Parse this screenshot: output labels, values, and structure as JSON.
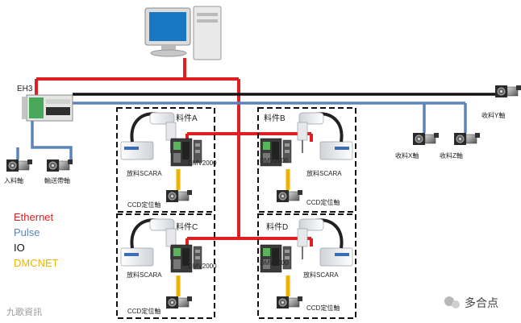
{
  "controller": {
    "label": "EH3"
  },
  "motors": {
    "feed_axis": "入料軸",
    "conveyor_axis": "輸送帶軸",
    "recv_x": "收料X軸",
    "recv_z": "收料Z軸",
    "recv_y": "收料Y軸"
  },
  "cells": [
    {
      "title": "料件A",
      "scara": "放料SCARA",
      "dmv": "DMV2000",
      "ccd": "CCD定位軸"
    },
    {
      "title": "料件B",
      "scara": "放料SCARA",
      "dmv": "DMV2000",
      "ccd": "CCD定位軸"
    },
    {
      "title": "料件C",
      "scara": "放料SCARA",
      "dmv": "DMV2000",
      "ccd": "CCD定位軸"
    },
    {
      "title": "料件D",
      "scara": "放料SCARA",
      "dmv": "DMV2000",
      "ccd": "CCD定位軸"
    }
  ],
  "legend": [
    {
      "text": "Ethernet",
      "color": "#e02020"
    },
    {
      "text": "Pulse",
      "color": "#5b85b8"
    },
    {
      "text": "IO",
      "color": "#111111"
    },
    {
      "text": "DMCNET",
      "color": "#f0b400"
    }
  ],
  "watermark": {
    "left": "九歌資訊",
    "right": "多合点"
  },
  "colors": {
    "ethernet": "#e02020",
    "pulse": "#5b85b8",
    "io": "#111111",
    "dmcnet": "#f0b400"
  }
}
